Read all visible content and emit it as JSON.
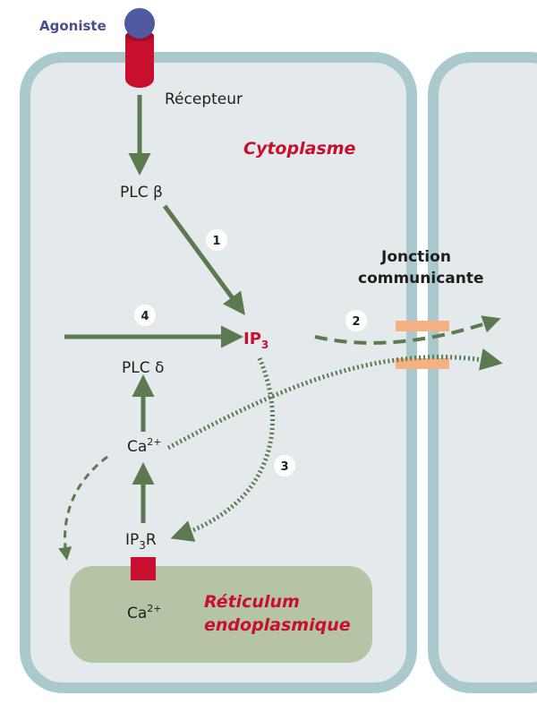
{
  "labels": {
    "agonist": "Agoniste",
    "receptor": "Récepteur",
    "cytoplasm": "Cytoplasme",
    "plc_beta": "PLC β",
    "plc_delta": "PLC δ",
    "ip3_main": "IP",
    "ip3_sub": "3",
    "ca_top_main": "Ca",
    "ca_top_sup": "2+",
    "ip3r_main": "IP",
    "ip3r_sub": "3",
    "ip3r_tail": "R",
    "ca_er_main": "Ca",
    "ca_er_sup": "2+",
    "er_line1": "Réticulum",
    "er_line2": "endoplasmique",
    "gap_line1": "Jonction",
    "gap_line2": "communicante"
  },
  "steps": [
    "1",
    "2",
    "3",
    "4"
  ],
  "colors": {
    "membrane": "#a9c9cd",
    "cell_fill": "#e4eaec",
    "arrow": "#5b7a4f",
    "er_fill": "#b5c4a5",
    "receptor_red": "#c8102e",
    "receptor_blue": "#4f5aa0",
    "channel_orange": "#f4b183",
    "label_red": "#c8102e"
  }
}
